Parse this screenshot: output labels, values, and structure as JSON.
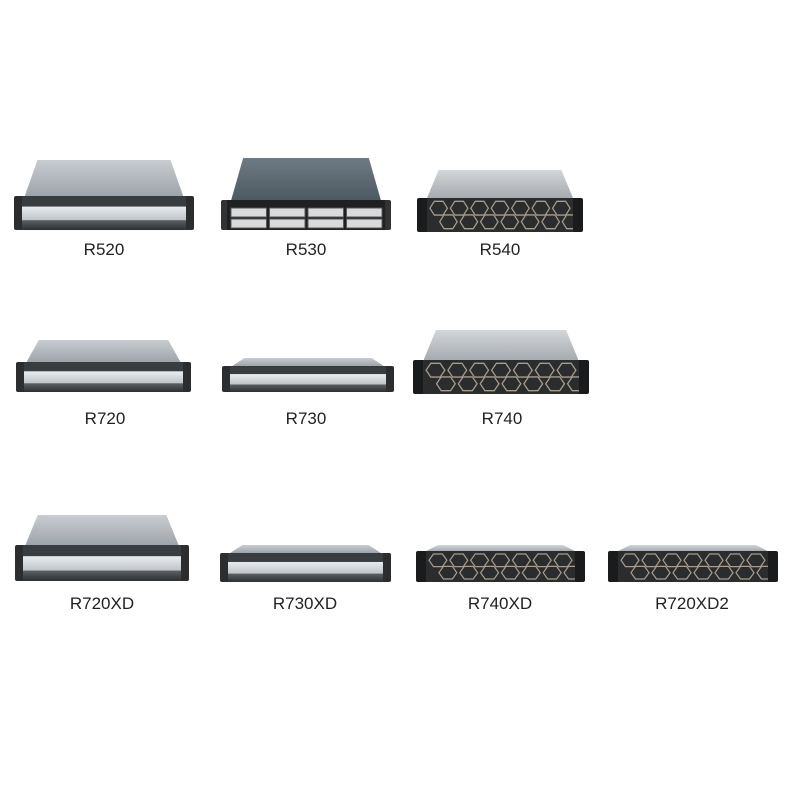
{
  "products": [
    {
      "model": "R520"
    },
    {
      "model": "R530"
    },
    {
      "model": "R540"
    },
    {
      "model": "R720"
    },
    {
      "model": "R730"
    },
    {
      "model": "R740"
    },
    {
      "model": "R720XD"
    },
    {
      "model": "R730XD"
    },
    {
      "model": "R740XD"
    },
    {
      "model": "R720XD2"
    }
  ]
}
